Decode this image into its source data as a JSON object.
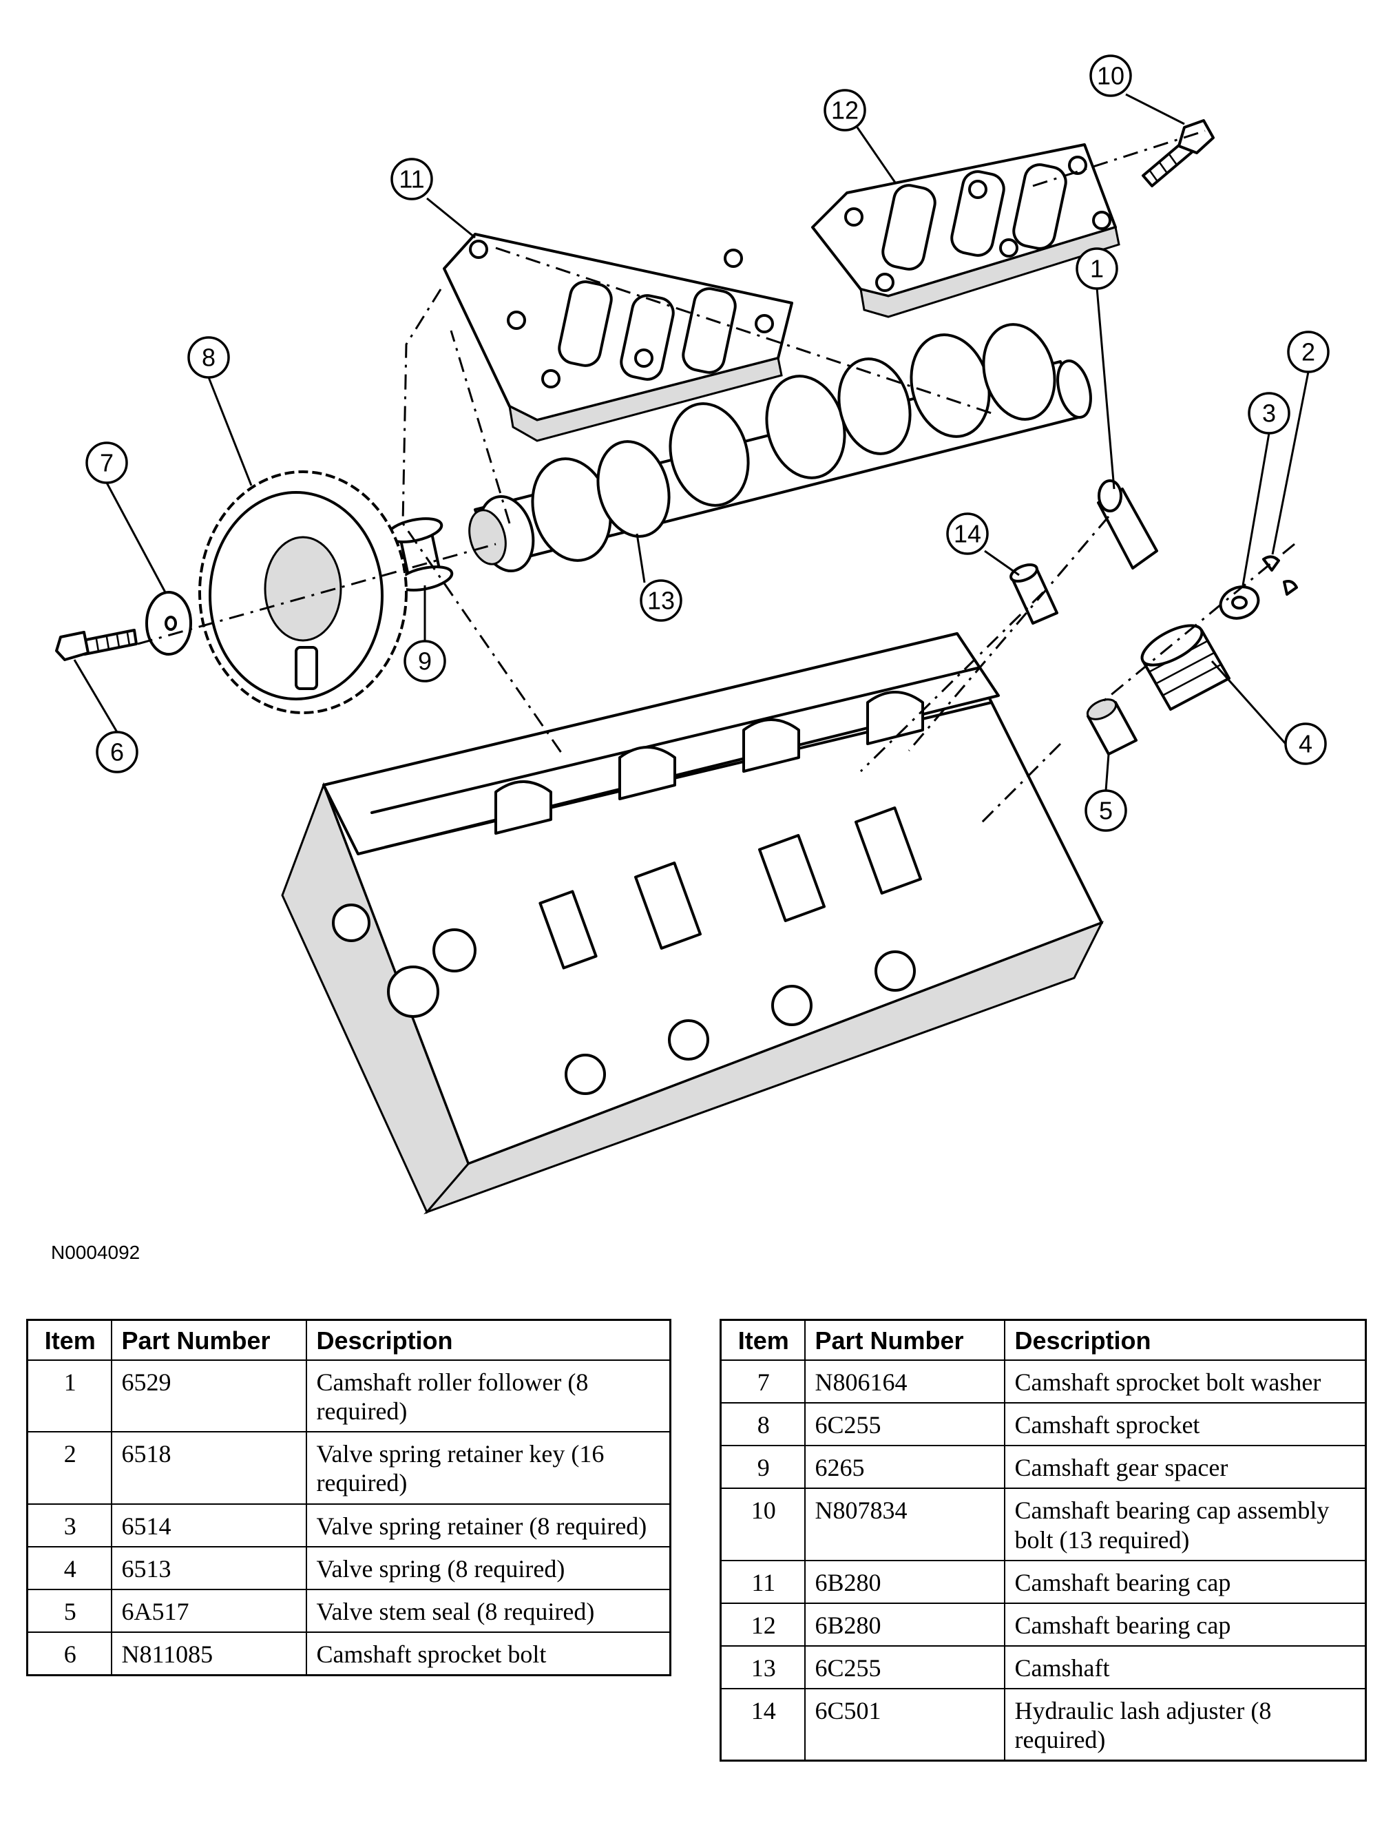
{
  "figure_id": "N0004092",
  "callouts": [
    "1",
    "2",
    "3",
    "4",
    "5",
    "6",
    "7",
    "8",
    "9",
    "10",
    "11",
    "12",
    "13",
    "14"
  ],
  "tables": [
    {
      "headers": {
        "item": "Item",
        "part_number": "Part Number",
        "description": "Description"
      },
      "rows": [
        {
          "item": "1",
          "part_number": "6529",
          "description": "Camshaft roller follower (8 required)"
        },
        {
          "item": "2",
          "part_number": "6518",
          "description": "Valve spring retainer key (16 required)"
        },
        {
          "item": "3",
          "part_number": "6514",
          "description": "Valve spring retainer (8 required)"
        },
        {
          "item": "4",
          "part_number": "6513",
          "description": "Valve spring (8 required)"
        },
        {
          "item": "5",
          "part_number": "6A517",
          "description": "Valve stem seal (8 required)"
        },
        {
          "item": "6",
          "part_number": "N811085",
          "description": "Camshaft sprocket bolt"
        }
      ]
    },
    {
      "headers": {
        "item": "Item",
        "part_number": "Part Number",
        "description": "Description"
      },
      "rows": [
        {
          "item": "7",
          "part_number": "N806164",
          "description": "Camshaft sprocket bolt washer"
        },
        {
          "item": "8",
          "part_number": "6C255",
          "description": "Camshaft sprocket"
        },
        {
          "item": "9",
          "part_number": "6265",
          "description": "Camshaft gear spacer"
        },
        {
          "item": "10",
          "part_number": "N807834",
          "description": "Camshaft bearing cap assembly bolt (13 required)"
        },
        {
          "item": "11",
          "part_number": "6B280",
          "description": "Camshaft bearing cap"
        },
        {
          "item": "12",
          "part_number": "6B280",
          "description": "Camshaft bearing cap"
        },
        {
          "item": "13",
          "part_number": "6C255",
          "description": "Camshaft"
        },
        {
          "item": "14",
          "part_number": "6C501",
          "description": "Hydraulic lash adjuster (8 required)"
        }
      ]
    }
  ]
}
